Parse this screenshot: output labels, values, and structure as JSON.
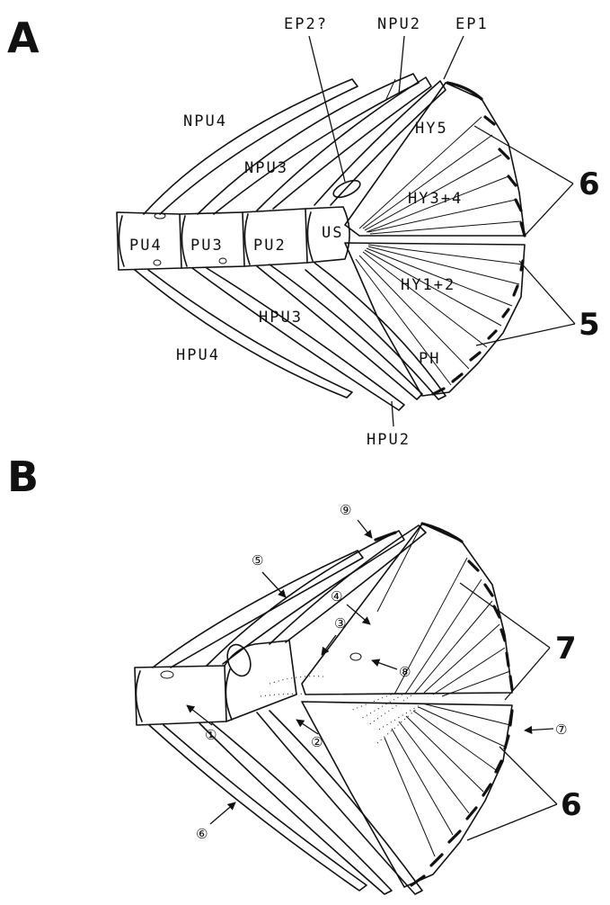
{
  "panel_a": {
    "letter": "A",
    "labels": {
      "ep2": "EP2?",
      "npu2": "NPU2",
      "ep1": "EP1",
      "npu4": "NPU4",
      "hy5": "HY5",
      "npu3": "NPU3",
      "hy34": "HY3+4",
      "pu4": "PU4",
      "pu3": "PU3",
      "pu2": "PU2",
      "us": "US",
      "hy12": "HY1+2",
      "hpu3": "HPU3",
      "hpu4": "HPU4",
      "ph": "PH",
      "hpu2": "HPU2"
    },
    "callout_upper": "6",
    "callout_lower": "5"
  },
  "panel_b": {
    "letter": "B",
    "markers": {
      "m1": "①",
      "m2": "②",
      "m3": "③",
      "m4": "④",
      "m5": "⑤",
      "m6": "⑥",
      "m7": "⑦",
      "m8": "⑧",
      "m9": "⑨"
    },
    "callout_upper": "7",
    "callout_lower": "6"
  }
}
